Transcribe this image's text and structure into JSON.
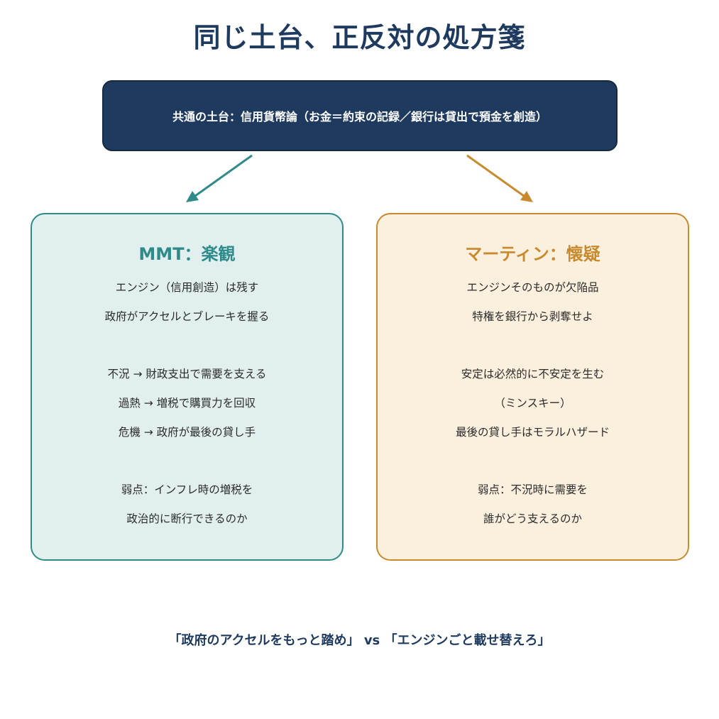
{
  "title": "同じ土台、正反対の処方箋",
  "foundation": {
    "text": "共通の土台：信用貨幣論（お金＝約束の記録／銀行は貸出で預金を創造）"
  },
  "colors": {
    "navy": "#1f3a5f",
    "teal": "#2e8b8a",
    "orange": "#c98a2e",
    "teal_bg": "#e1f0ef",
    "orange_bg": "#fbf0de"
  },
  "left_card": {
    "heading": "MMT：楽観",
    "lines": [
      "エンジン（信用創造）は残す",
      "政府がアクセルとブレーキを握る",
      "不況 → 財政支出で需要を支える",
      "過熱 → 増税で購買力を回収",
      "危機 → 政府が最後の貸し手",
      "弱点：インフレ時の増税を",
      "政治的に断行できるのか"
    ]
  },
  "right_card": {
    "heading": "マーティン：懐疑",
    "lines": [
      "エンジンそのものが欠陥品",
      "特権を銀行から剥奪せよ",
      "安定は必然的に不安定を生む",
      "（ミンスキー）",
      "最後の貸し手はモラルハザード",
      "弱点：不況時に需要を",
      "誰がどう支えるのか"
    ]
  },
  "footer": "「政府のアクセルをもっと踏め」 vs 「エンジンごと載せ替えろ」"
}
